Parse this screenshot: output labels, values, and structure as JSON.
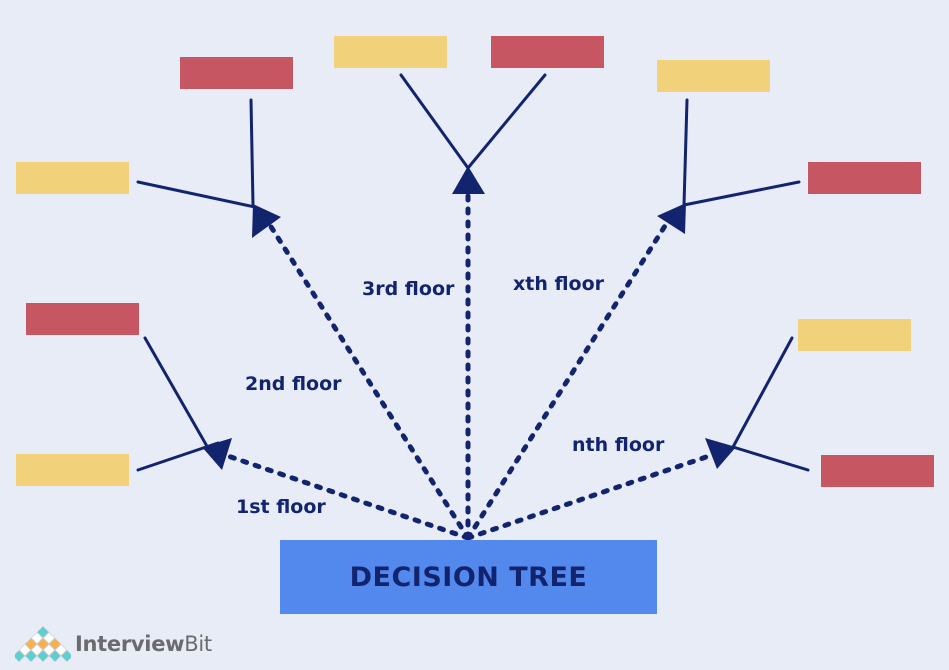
{
  "colors": {
    "background": "#e8ecf7",
    "line": "#13246e",
    "yes_box": "#f1d27a",
    "no_box": "#c65661",
    "root_box": "#5389ed",
    "logo_teal": "#5ccfd0",
    "logo_orange": "#f7b04b",
    "logo_text": "#6b6b6b"
  },
  "root": {
    "label": "DECISION TREE"
  },
  "floors": [
    {
      "label": "1st floor",
      "boxes": [
        "yellow",
        "red"
      ]
    },
    {
      "label": "2nd floor",
      "boxes": [
        "yellow",
        "red"
      ]
    },
    {
      "label": "3rd floor",
      "boxes": [
        "yellow",
        "red"
      ]
    },
    {
      "label": "xth floor",
      "boxes": [
        "yellow",
        "red"
      ]
    },
    {
      "label": "nth floor",
      "boxes": [
        "yellow",
        "red"
      ]
    }
  ],
  "logo": {
    "name_part1": "Interview",
    "name_part2": "Bit",
    "icon": "pyramid-tiles-icon"
  }
}
